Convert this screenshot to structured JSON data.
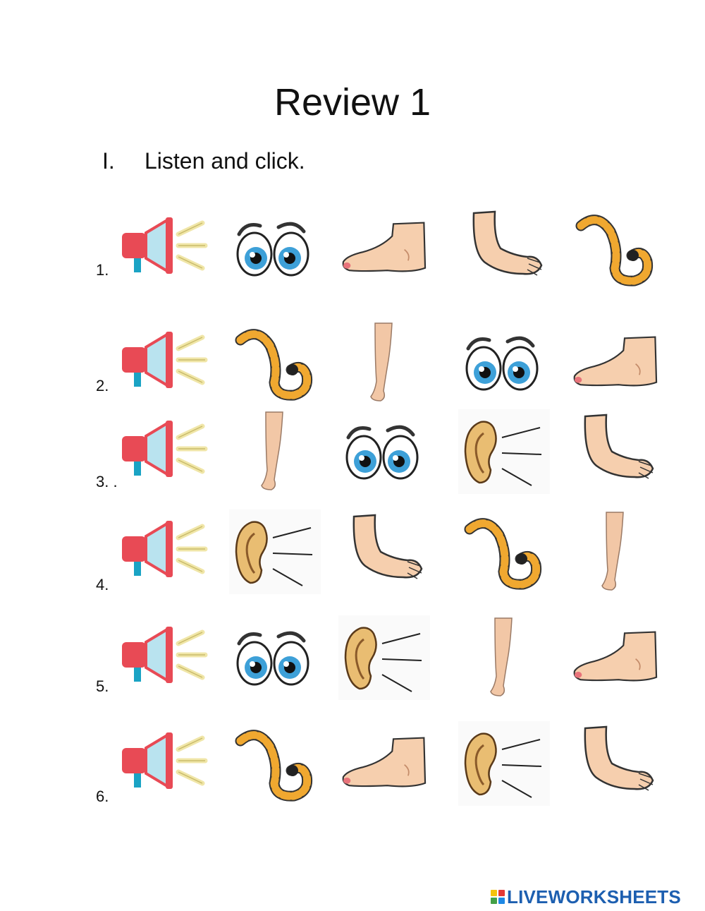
{
  "worksheet": {
    "title": "Review 1",
    "instruction": {
      "number": "I.",
      "text": "Listen and click."
    },
    "rows": [
      {
        "label": "1.",
        "options": [
          "eyes-icon",
          "foot-icon",
          "arm-icon",
          "tail-icon"
        ]
      },
      {
        "label": "2.",
        "options": [
          "tail-icon",
          "leg-icon",
          "eyes-icon",
          "foot-icon"
        ]
      },
      {
        "label": "3. .",
        "options": [
          "leg-icon",
          "eyes-icon",
          "ear-icon",
          "arm-icon"
        ]
      },
      {
        "label": "4.",
        "options": [
          "ear-icon",
          "arm-icon",
          "tail-icon",
          "leg-icon"
        ]
      },
      {
        "label": "5.",
        "options": [
          "eyes-icon",
          "ear-icon",
          "leg-icon",
          "foot-icon"
        ]
      },
      {
        "label": "6.",
        "options": [
          "tail-icon",
          "foot-icon",
          "ear-icon",
          "arm-icon"
        ]
      }
    ],
    "audio_icon": "megaphone-icon"
  },
  "branding": {
    "text": "LIVEWORKSHEETS",
    "colors": {
      "text": "#1d5fb0",
      "mark": [
        "#f4c20d",
        "#e53935",
        "#43a047",
        "#1e88e5"
      ]
    }
  }
}
